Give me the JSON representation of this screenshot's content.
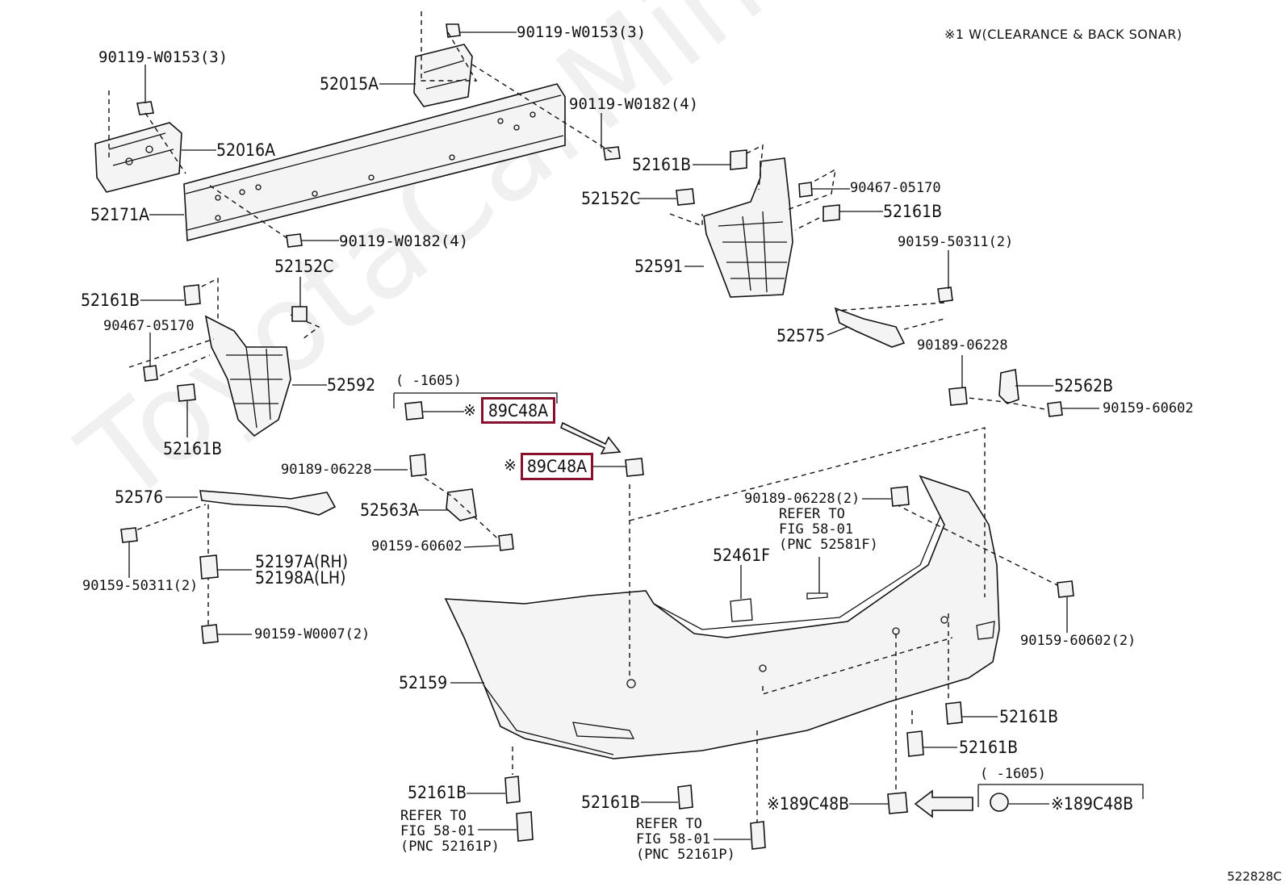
{
  "header_note": "※1 W(CLEARANCE & BACK SONAR)",
  "watermark": "ToyotaCarMine.ru",
  "figure_code": "522828C",
  "labels": {
    "p90119_w0153_top": "90119-W0153(3)",
    "p90119_w0153_left": "90119-W0153(3)",
    "p52015a": "52015A",
    "p90119_w0182_right": "90119-W0182(4)",
    "p52016a": "52016A",
    "p52171a": "52171A",
    "p90119_w0182_bottom": "90119-W0182(4)",
    "p52161b_r1": "52161B",
    "p52152c_r": "52152C",
    "p90467_r": "90467-05170",
    "p52161b_r2": "52161B",
    "p52591": "52591",
    "p90159_50311_r": "90159-50311(2)",
    "p52575": "52575",
    "p90189_06228_r": "90189-06228",
    "p52562b": "52562B",
    "p90159_60602_r": "90159-60602",
    "p52152c_l": "52152C",
    "p52161b_l1": "52161B",
    "p90467_l": "90467-05170",
    "p52592": "52592",
    "p52161b_l2": "52161B",
    "p1605_top": "(    -1605)",
    "p_note_mark1": "※",
    "p89c48a_1": "89C48A",
    "p_note_mark2": "※",
    "p89c48a_2": "89C48A",
    "p90189_06228_l": "90189-06228",
    "p52576": "52576",
    "p52563a": "52563A",
    "p90159_60602_l": "90159-60602",
    "p90159_50311_l": "90159-50311(2)",
    "p52197a": "52197A(RH)",
    "p52198a": "52198A(LH)",
    "p90159_w0007": "90159-W0007(2)",
    "p90189_06228_2": "90189-06228(2)",
    "p_refer1_a": "REFER TO",
    "p_refer1_b": "FIG 58-01",
    "p_refer1_c": "(PNC 52581F)",
    "p52461f": "52461F",
    "p90159_60602_2": "90159-60602(2)",
    "p52159": "52159",
    "p52161b_b1": "52161B",
    "p52161b_b2": "52161B",
    "p52161b_b3": "52161B",
    "p_refer2_a": "REFER TO",
    "p_refer2_b": "FIG 58-01",
    "p_refer2_c": "(PNC 52161P)",
    "p52161b_b4": "52161B",
    "p_refer3_a": "REFER TO",
    "p_refer3_b": "FIG 58-01",
    "p_refer3_c": "(PNC 52161P)",
    "p89c48b_1": "※189C48B",
    "p1605_bottom": "(    -1605)",
    "p89c48b_2": "※189C48B"
  }
}
